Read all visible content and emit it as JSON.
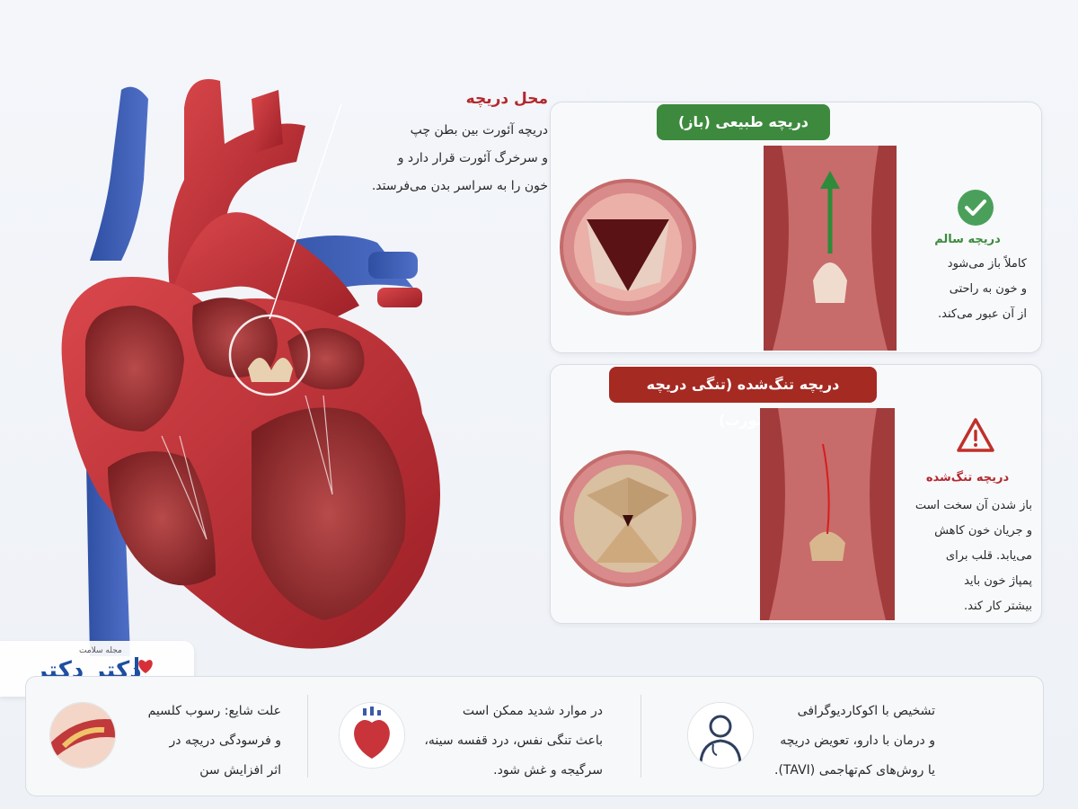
{
  "location": {
    "title": "محل دریچه",
    "lines": [
      "دریچه آئورت بین بطن چپ",
      "و سرخرگ آئورت قرار دارد و",
      "خون را به سراسر بدن می‌فرستد."
    ]
  },
  "normal_valve": {
    "header": "دریچه طبیعی (باز)",
    "status_icon": "check-circle-icon",
    "status_title": "دریچه سالم",
    "status_lines": [
      "کاملاً باز می‌شود",
      "و خون به راحتی",
      "از آن عبور می‌کند."
    ]
  },
  "stenotic_valve": {
    "header": "دریچه تنگ‌شده (تنگی دریچه آئورت)",
    "status_icon": "warning-triangle-icon",
    "status_title": "دریچه تنگ‌شده",
    "status_lines": [
      "باز شدن آن سخت است",
      "و جریان خون کاهش",
      "می‌یابد. قلب برای",
      "پمپاژ خون باید",
      "بیشتر کار کند."
    ]
  },
  "logo": {
    "name": "دکتر دکتر",
    "tagline": "مجله سلامت"
  },
  "bottom": {
    "cause_lines": [
      "علت شایع: رسوب کلسیم",
      "و فرسودگی دریچه در",
      "اثر افزایش سن"
    ],
    "symptoms_lines": [
      "در موارد شدید ممکن است",
      "باعث تنگی نفس، درد قفسه سینه،",
      "سرگیجه و غش شود."
    ],
    "diagnosis_lines": [
      "تشخیص با اکوکاردیوگرافی",
      "و درمان با دارو، تعویض دریچه",
      "یا روش‌های کم‌تهاجمی (TAVI)."
    ]
  },
  "colors": {
    "accent_red": "#b3282d",
    "normal_green": "#3d8a3e",
    "stenosis_red": "#a52a22",
    "logo_blue": "#1e4fa0"
  }
}
